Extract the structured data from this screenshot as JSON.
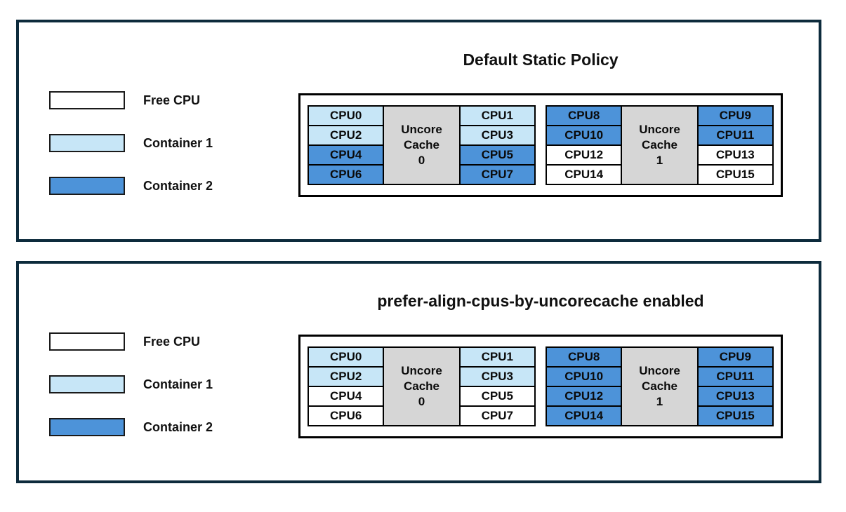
{
  "colors": {
    "free": "#FFFFFF",
    "container1": "#C7E6F7",
    "container2": "#4D93D9",
    "uncore_cache": "#D6D6D6",
    "panel_border": "#0D2B3C",
    "box_border": "#000000"
  },
  "legend": [
    {
      "label": "Free CPU",
      "type": "free"
    },
    {
      "label": "Container 1",
      "type": "container1"
    },
    {
      "label": "Container 2",
      "type": "container2"
    }
  ],
  "panels": [
    {
      "title": "Default Static Policy",
      "groups": [
        {
          "cache_label": "Uncore\nCache\n0",
          "left_cpus": [
            {
              "label": "CPU0",
              "type": "container1"
            },
            {
              "label": "CPU2",
              "type": "container1"
            },
            {
              "label": "CPU4",
              "type": "container2"
            },
            {
              "label": "CPU6",
              "type": "container2"
            }
          ],
          "right_cpus": [
            {
              "label": "CPU1",
              "type": "container1"
            },
            {
              "label": "CPU3",
              "type": "container1"
            },
            {
              "label": "CPU5",
              "type": "container2"
            },
            {
              "label": "CPU7",
              "type": "container2"
            }
          ]
        },
        {
          "cache_label": "Uncore\nCache\n1",
          "left_cpus": [
            {
              "label": "CPU8",
              "type": "container2"
            },
            {
              "label": "CPU10",
              "type": "container2"
            },
            {
              "label": "CPU12",
              "type": "free"
            },
            {
              "label": "CPU14",
              "type": "free"
            }
          ],
          "right_cpus": [
            {
              "label": "CPU9",
              "type": "container2"
            },
            {
              "label": "CPU11",
              "type": "container2"
            },
            {
              "label": "CPU13",
              "type": "free"
            },
            {
              "label": "CPU15",
              "type": "free"
            }
          ]
        }
      ]
    },
    {
      "title": "prefer-align-cpus-by-uncorecache enabled",
      "groups": [
        {
          "cache_label": "Uncore\nCache\n0",
          "left_cpus": [
            {
              "label": "CPU0",
              "type": "container1"
            },
            {
              "label": "CPU2",
              "type": "container1"
            },
            {
              "label": "CPU4",
              "type": "free"
            },
            {
              "label": "CPU6",
              "type": "free"
            }
          ],
          "right_cpus": [
            {
              "label": "CPU1",
              "type": "container1"
            },
            {
              "label": "CPU3",
              "type": "container1"
            },
            {
              "label": "CPU5",
              "type": "free"
            },
            {
              "label": "CPU7",
              "type": "free"
            }
          ]
        },
        {
          "cache_label": "Uncore\nCache\n1",
          "left_cpus": [
            {
              "label": "CPU8",
              "type": "container2"
            },
            {
              "label": "CPU10",
              "type": "container2"
            },
            {
              "label": "CPU12",
              "type": "container2"
            },
            {
              "label": "CPU14",
              "type": "container2"
            }
          ],
          "right_cpus": [
            {
              "label": "CPU9",
              "type": "container2"
            },
            {
              "label": "CPU11",
              "type": "container2"
            },
            {
              "label": "CPU13",
              "type": "container2"
            },
            {
              "label": "CPU15",
              "type": "container2"
            }
          ]
        }
      ]
    }
  ]
}
